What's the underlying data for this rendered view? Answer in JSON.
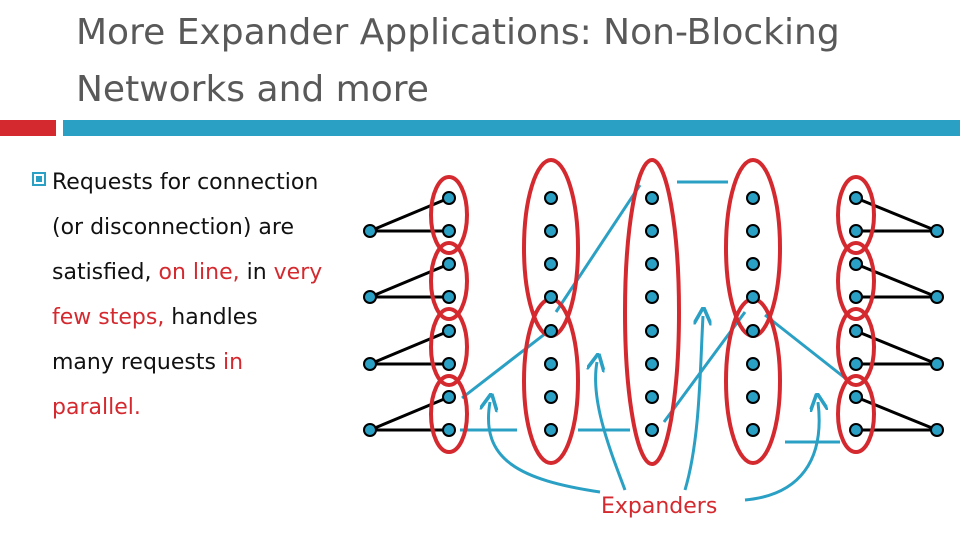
{
  "slide": {
    "title": "More Expander Applications: Non-Blocking Networks and more",
    "bullet": {
      "part1": "Requests for connection (or disconnection) are satisfied, ",
      "hl1": "on line,",
      "part2": " in ",
      "hl2": "very few steps,",
      "part3": " handles many requests ",
      "hl3": "in parallel."
    }
  },
  "diagram": {
    "label": "Expanders",
    "colors": {
      "ellipse": "#d42a2f",
      "node": "#2aa0c4",
      "edge_black": "#000000",
      "edge_blue": "#2aa0c4",
      "accent_red": "#d42a2f"
    }
  }
}
